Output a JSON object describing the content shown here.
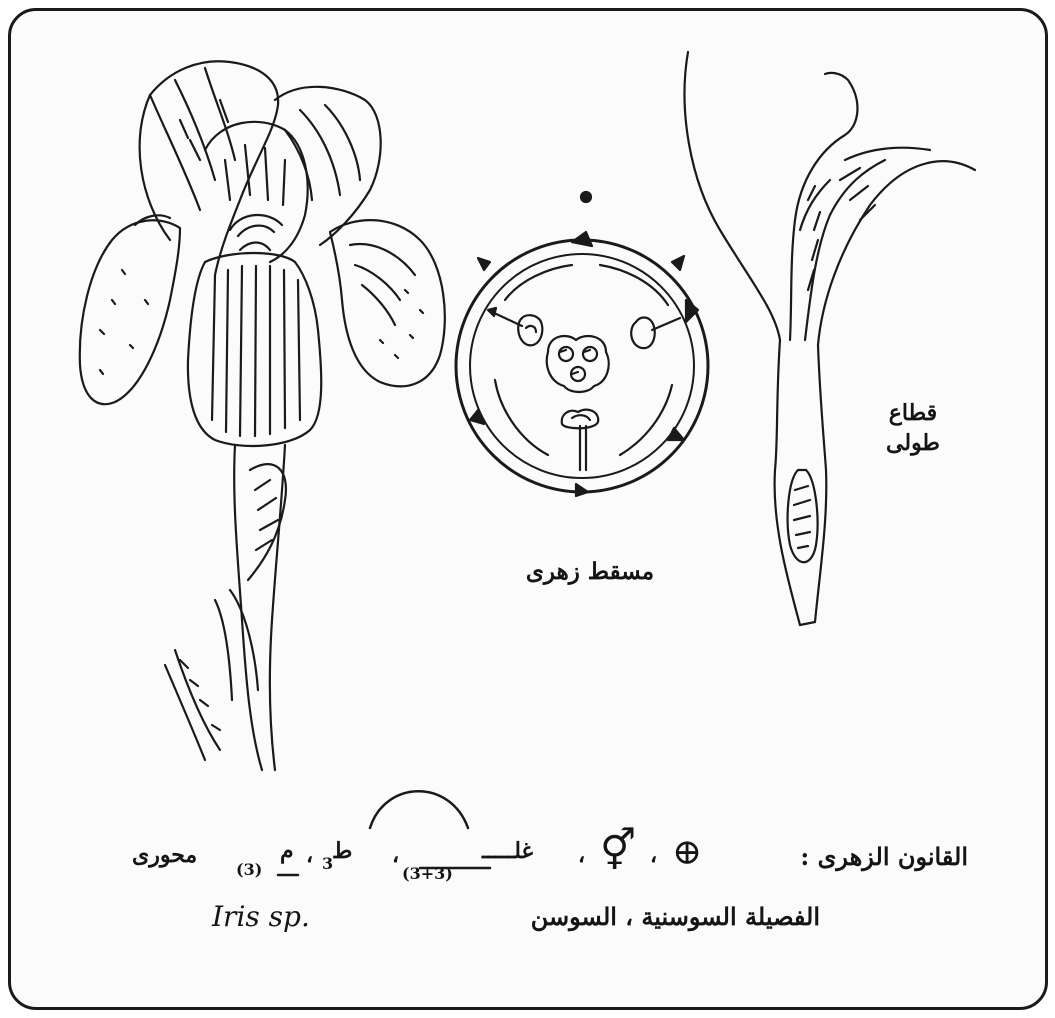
{
  "labels": {
    "longitudinal_line1": "قطاع",
    "longitudinal_line2": "طولى",
    "cross_section": "مسقط زهرى"
  },
  "formula": {
    "title": "القانون الزهرى :",
    "symmetry_symbol": "⊕",
    "sex_symbol": "⚥",
    "perianth": "غلـــــ",
    "perianth_count": "(3+3)",
    "stamens": "ط",
    "stamens_count": "3",
    "carpels": "م",
    "carpels_count": "(3)",
    "placentation": "محورى",
    "separator": "،"
  },
  "family": {
    "arabic": "الفصيلة السوسنية ، السوسن",
    "latin": "Iris sp."
  }
}
